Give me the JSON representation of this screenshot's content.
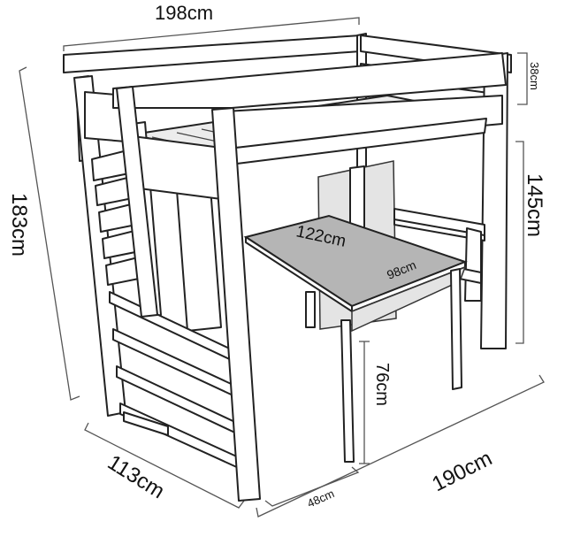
{
  "dimensions": {
    "width_top": "198cm",
    "total_height": "183cm",
    "guard_height": "38cm",
    "under_height": "145cm",
    "table_width": "122cm",
    "table_depth": "98cm",
    "table_height": "76cm",
    "table_leg_spacing": "48cm",
    "bed_depth": "113cm",
    "bed_length": "190cm"
  }
}
